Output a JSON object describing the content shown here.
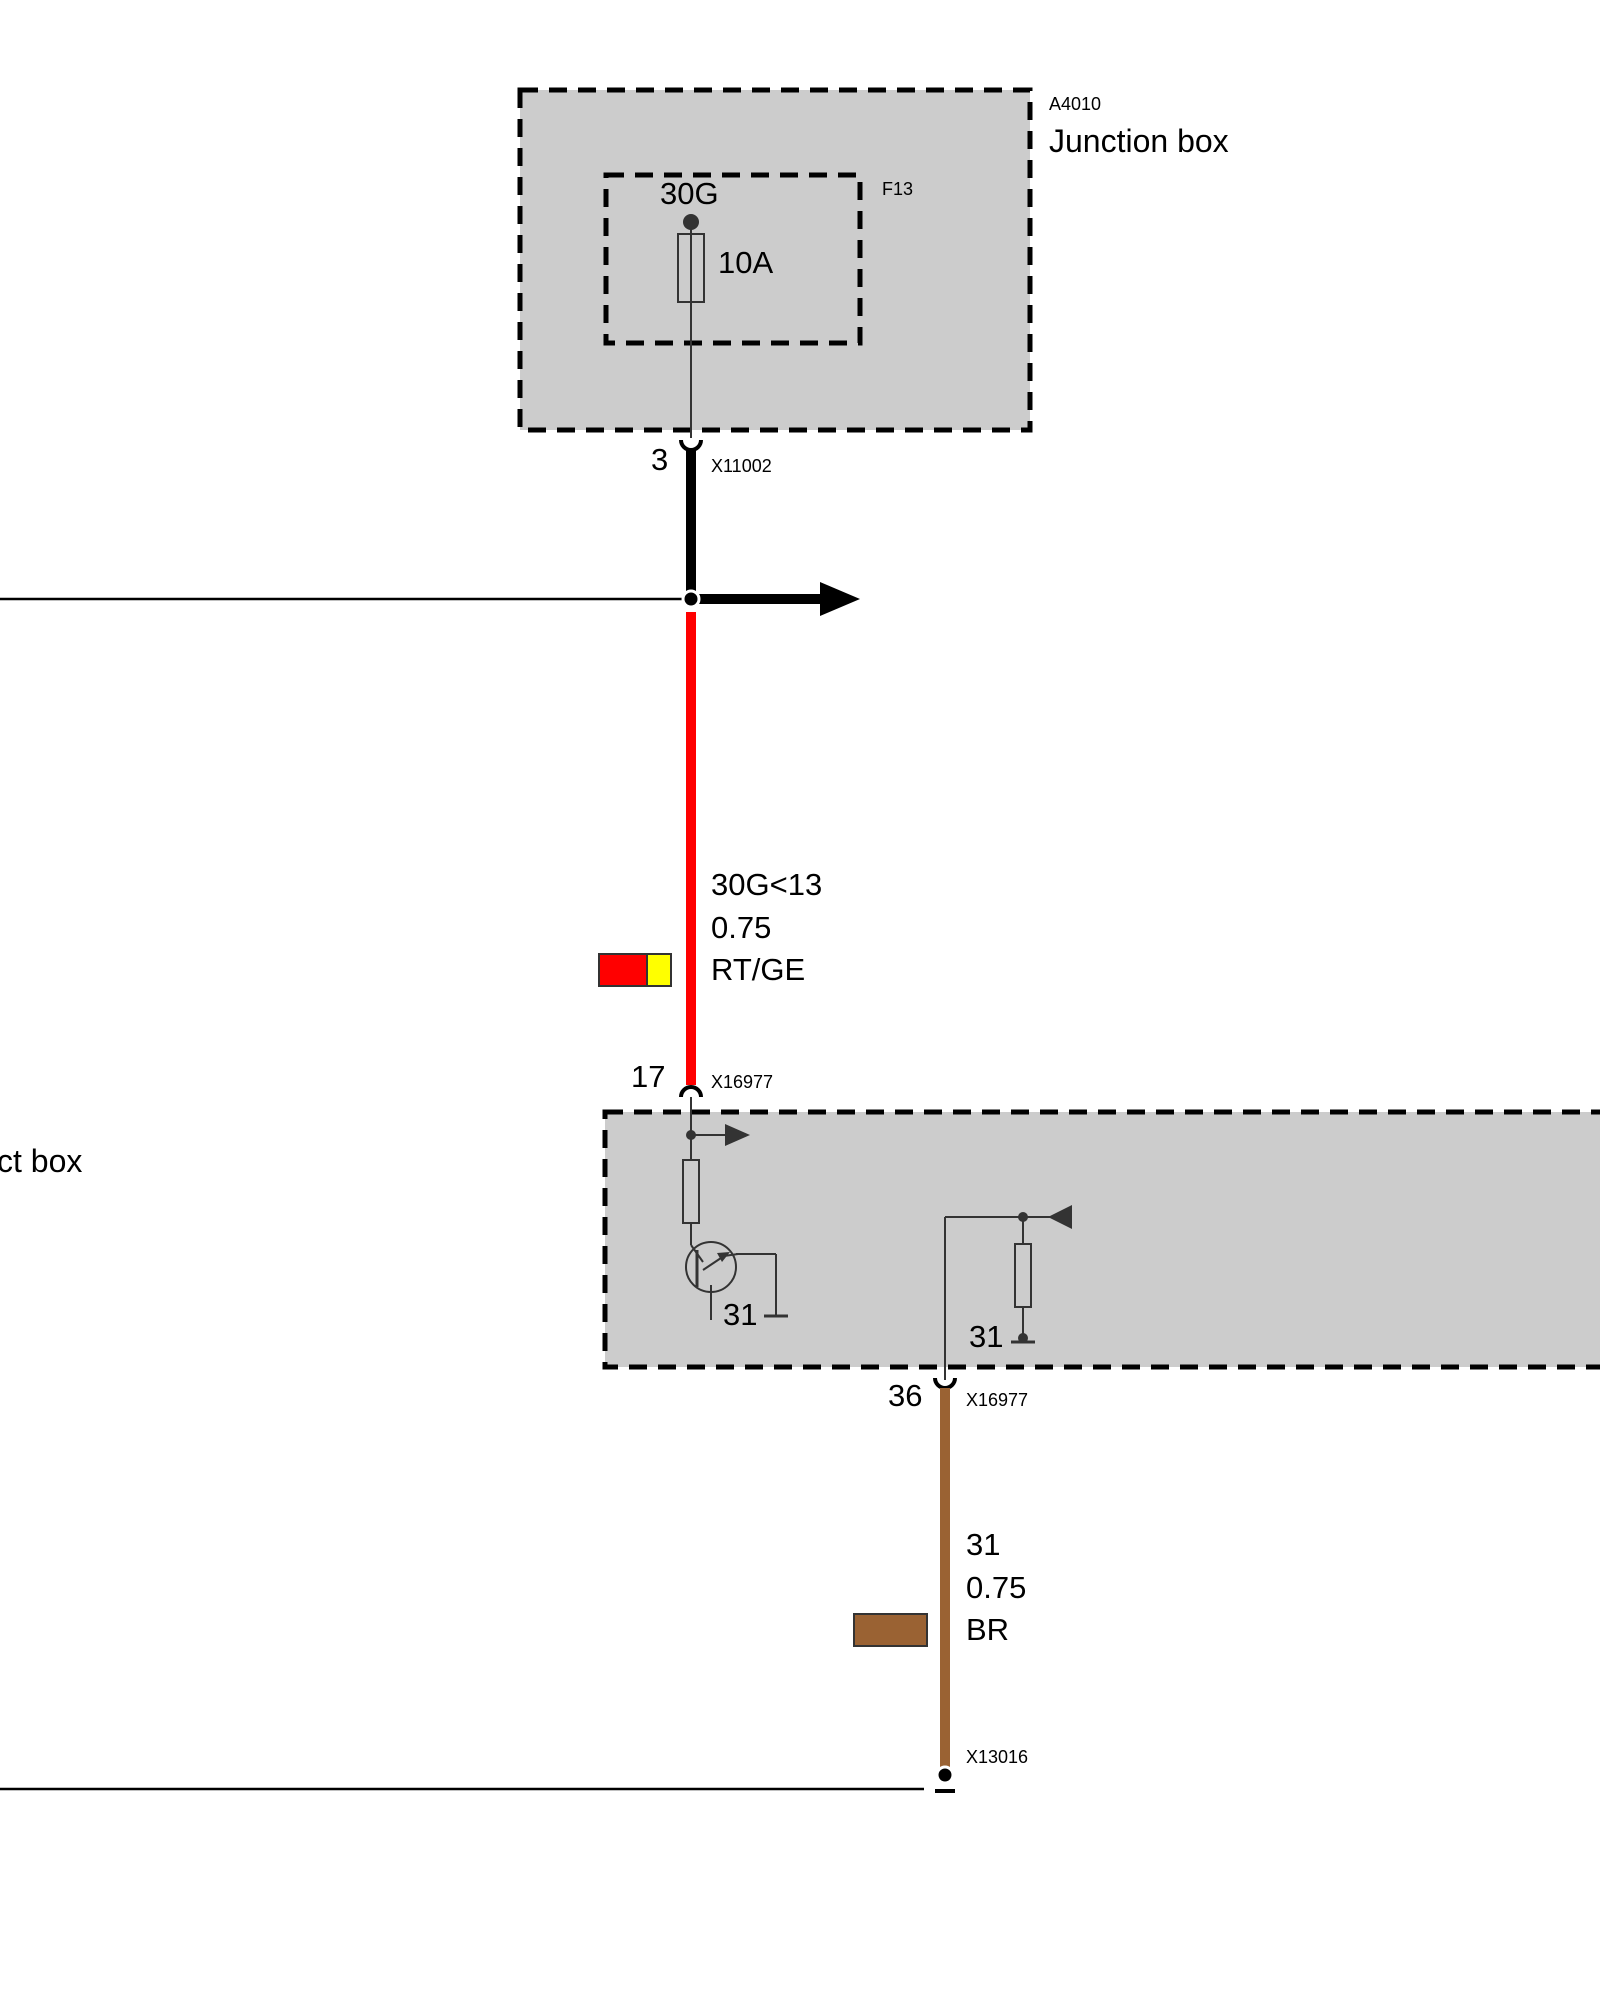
{
  "junction_box": {
    "id": "A4010",
    "name": "Junction box",
    "fuse": {
      "id": "F13",
      "terminal": "30G",
      "rating": "10A"
    },
    "connector": {
      "pin": "3",
      "id": "X11002"
    }
  },
  "wire_upper": {
    "signal": "30G<13",
    "gauge": "0.75",
    "color_code": "RT/GE",
    "colors": [
      "#ff0000",
      "#ffff00"
    ]
  },
  "lower_module": {
    "name_fragment": "ct box",
    "input_connector": {
      "pin": "17",
      "id": "X16977"
    },
    "ground_label_left": "31",
    "ground_label_right": "31",
    "output_connector": {
      "pin": "36",
      "id": "X16977"
    }
  },
  "wire_lower": {
    "signal": "31",
    "gauge": "0.75",
    "color_code": "BR",
    "colors": [
      "#9a6233"
    ]
  },
  "ground_point": {
    "id": "X13016"
  },
  "colors": {
    "black_wire": "#000000",
    "red_wire": "#ff0000",
    "brown_wire": "#9a6233",
    "module_fill": "#cccccc"
  }
}
